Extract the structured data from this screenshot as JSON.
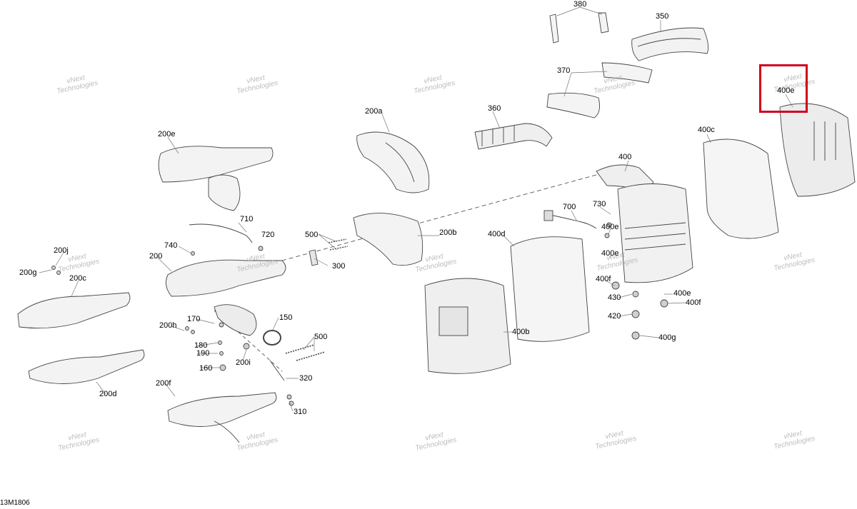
{
  "diagram": {
    "code": "13M1806",
    "watermark_line1": "vNext",
    "watermark_line2": "Technologies",
    "highlight_color": "#d0021b",
    "labels": {
      "l380": "380",
      "l350": "350",
      "l370": "370",
      "l360": "360",
      "l400e_top": "400e",
      "l400c": "400c",
      "l400": "400",
      "l200a": "200a",
      "l200e": "200e",
      "l710": "710",
      "l720": "720",
      "l740": "740",
      "l500_top": "500",
      "l200b": "200b",
      "l700": "700",
      "l730": "730",
      "l400d": "400d",
      "l400e_a": "400e",
      "l400e_b": "400e",
      "l400f_a": "400f",
      "l200j": "200j",
      "l200g": "200g",
      "l200c": "200c",
      "l200": "200",
      "l300": "300",
      "l430": "430",
      "l400e_c": "400e",
      "l400f_b": "400f",
      "l420": "420",
      "l400g": "400g",
      "l170": "170",
      "l150": "150",
      "l200h": "200h",
      "l500_bot": "500",
      "l180": "180",
      "l190": "190",
      "l200i": "200i",
      "l160": "160",
      "l320": "320",
      "l400b": "400b",
      "l200d": "200d",
      "l200f": "200f",
      "l310": "310"
    }
  }
}
